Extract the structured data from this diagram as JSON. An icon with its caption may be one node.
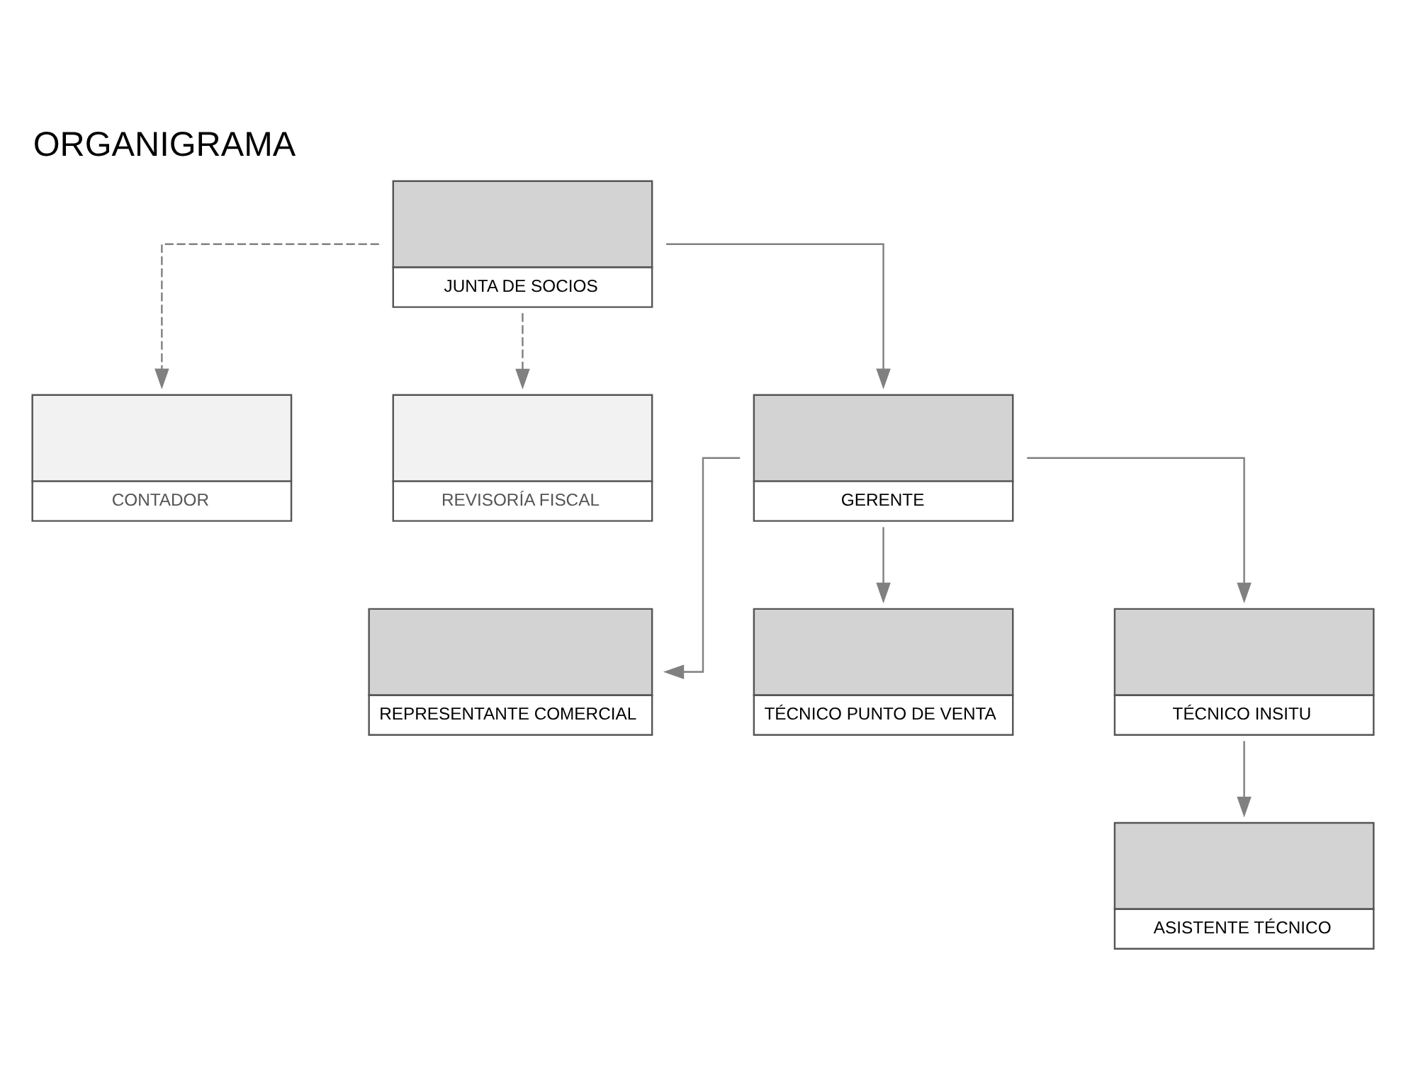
{
  "diagram": {
    "title": "ORGANIGRAMA",
    "nodes": [
      {
        "text": [
          "JUNTA DE SOCIOS"
        ]
      },
      {
        "text": [
          "CONTADOR"
        ]
      },
      {
        "text": [
          "REVISORÍA FISCAL"
        ]
      },
      {
        "text": [
          "GERENTE"
        ]
      },
      {
        "text": [
          "REPRESENTANTE COMERCIAL"
        ]
      },
      {
        "text": [
          "TÉCNICO PUNTO DE VENTA"
        ]
      },
      {
        "text": [
          "TÉCNICO INSITU"
        ]
      },
      {
        "text": [
          "ASISTENTE TÉCNICO"
        ]
      }
    ],
    "edges": [
      {
        "from": 0,
        "to": 1,
        "arrow": "to",
        "style": "dashed"
      },
      {
        "from": 0,
        "to": 2,
        "arrow": "to",
        "style": "dashed"
      },
      {
        "from": 0,
        "to": 3,
        "arrow": "to"
      },
      {
        "from": 3,
        "to": 4,
        "arrow": "to"
      },
      {
        "from": 3,
        "to": 5,
        "arrow": "to"
      },
      {
        "from": 3,
        "to": 6,
        "arrow": "to"
      },
      {
        "from": 6,
        "to": 7,
        "arrow": "to"
      }
    ]
  }
}
